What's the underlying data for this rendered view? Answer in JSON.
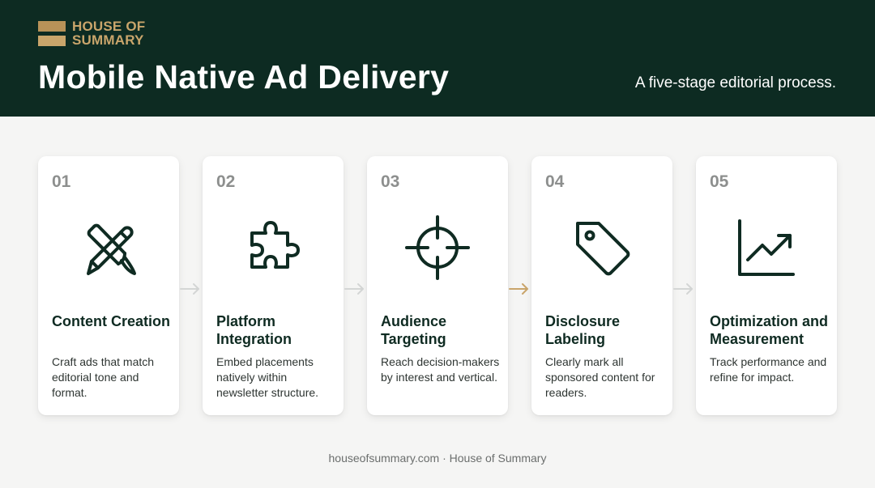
{
  "brand": {
    "line1": "HOUSE OF",
    "line2": "SUMMARY",
    "colors": {
      "dark": "#0d2b22",
      "gold": "#c9a56b"
    }
  },
  "header": {
    "title": "Mobile Native Ad Delivery",
    "subtitle": "A five-stage editorial process."
  },
  "steps": [
    {
      "num": "01",
      "title": "Content Creation",
      "desc": "Craft ads that match editorial tone and format.",
      "icon": "pencil-brush-icon"
    },
    {
      "num": "02",
      "title": "Platform Integration",
      "desc": "Embed placements natively within newsletter structure.",
      "icon": "puzzle-piece-icon"
    },
    {
      "num": "03",
      "title": "Audience Targeting",
      "desc": "Reach decision-makers by interest and vertical.",
      "icon": "crosshair-icon"
    },
    {
      "num": "04",
      "title": "Disclosure Labeling",
      "desc": "Clearly mark all sponsored content for readers.",
      "icon": "tag-icon"
    },
    {
      "num": "05",
      "title": "Optimization and Measurement",
      "desc": "Track performance and refine for impact.",
      "icon": "trend-chart-icon"
    }
  ],
  "footer": {
    "text": "houseofsummary.com · House of Summary"
  }
}
